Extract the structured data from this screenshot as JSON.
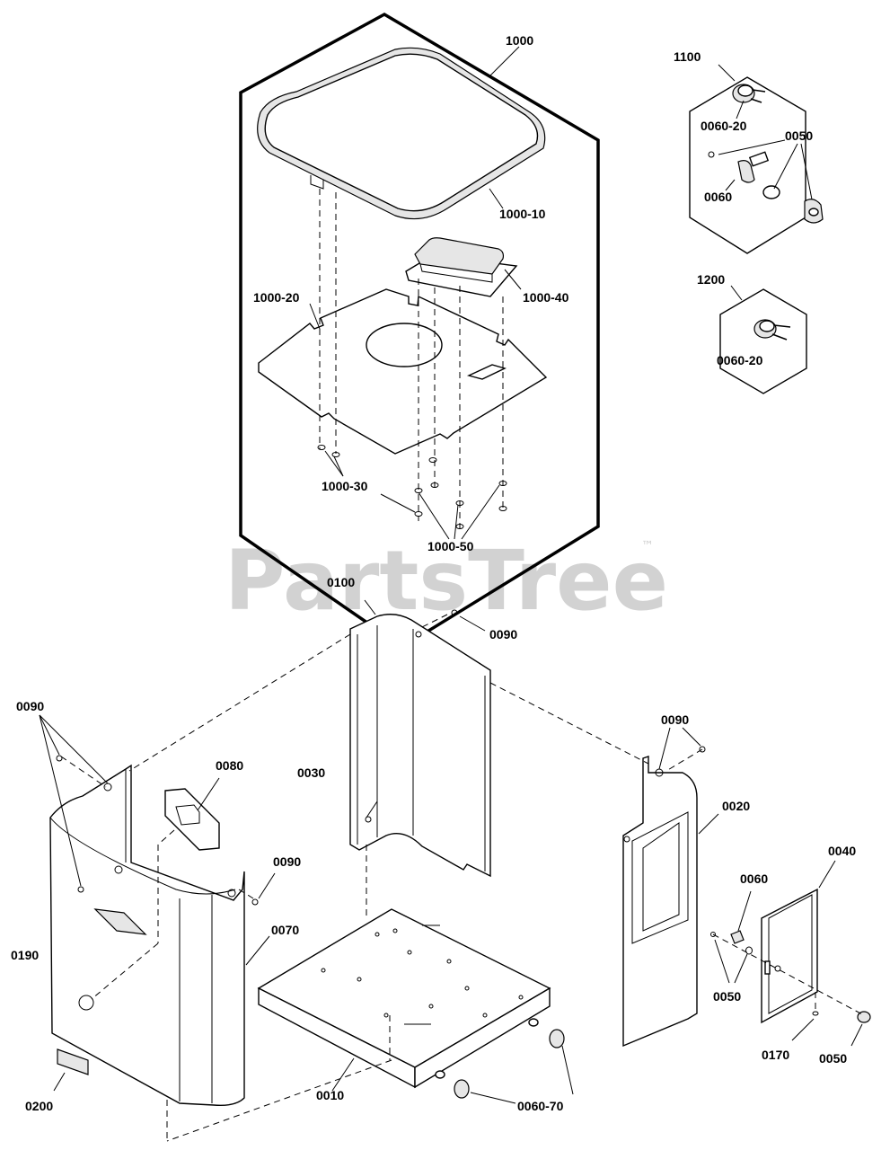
{
  "watermark": {
    "text": "PartsTree",
    "trademark": "™"
  },
  "callouts": {
    "c1000": "1000",
    "c1000_10": "1000-10",
    "c1000_20": "1000-20",
    "c1000_30": "1000-30",
    "c1000_40": "1000-40",
    "c1000_50": "1000-50",
    "c1100": "1100",
    "c1100_0060_20": "0060-20",
    "c1100_0050": "0050",
    "c1100_0060": "0060",
    "c1200": "1200",
    "c1200_0060_20": "0060-20",
    "c0100": "0100",
    "c0090_top": "0090",
    "c0090_left": "0090",
    "c0080": "0080",
    "c0030": "0030",
    "c0090_mid": "0090",
    "c0070": "0070",
    "c0190": "0190",
    "c0200": "0200",
    "c0010": "0010",
    "c0060_70": "0060-70",
    "c0090_right": "0090",
    "c0020": "0020",
    "c0040": "0040",
    "c0060_right": "0060",
    "c0050_right": "0050",
    "c0170": "0170",
    "c0050_far": "0050"
  }
}
